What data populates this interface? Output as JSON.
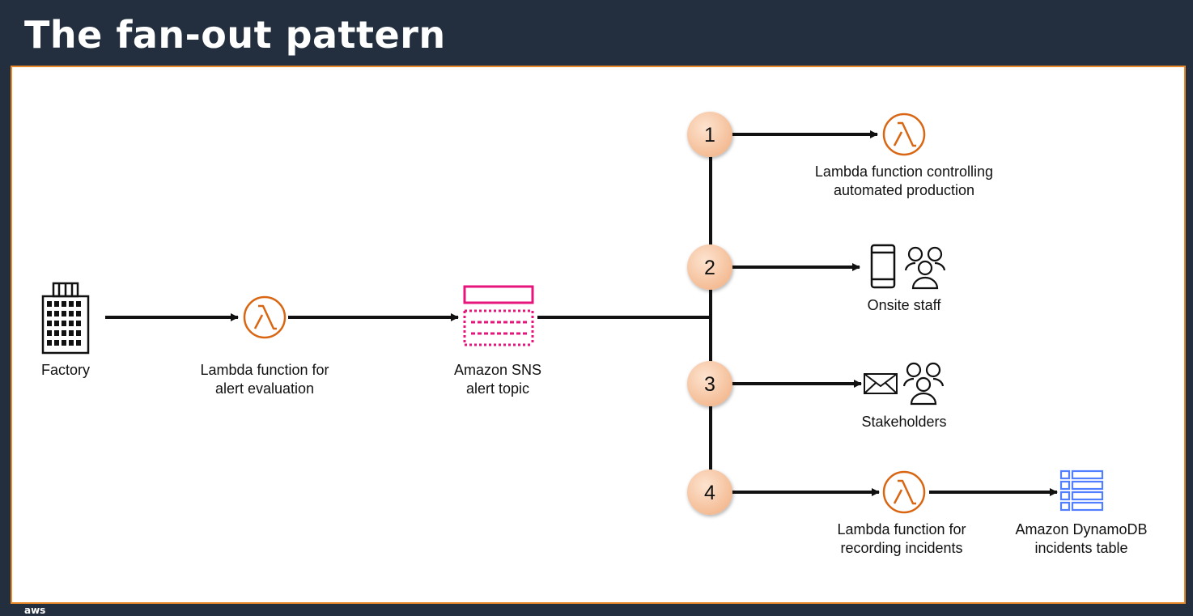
{
  "slide": {
    "title": "The fan-out pattern",
    "footer_logo": "aws"
  },
  "colors": {
    "background": "#232f3e",
    "panel_border": "#e8892a",
    "lambda": "#d86613",
    "sns": "#e7157b",
    "dynamodb": "#527fff",
    "step_circle": "#f8cfae"
  },
  "nodes": {
    "factory": {
      "icon": "building-icon",
      "label": "Factory"
    },
    "lambda_alert": {
      "icon": "lambda-icon",
      "line1": "Lambda function for",
      "line2": "alert evaluation"
    },
    "sns_topic": {
      "icon": "sns-topic-icon",
      "line1": "Amazon SNS",
      "line2": "alert topic"
    },
    "lambda_production": {
      "icon": "lambda-icon",
      "line1": "Lambda function controlling",
      "line2": "automated production"
    },
    "onsite_staff": {
      "icons": [
        "mobile-phone-icon",
        "users-icon"
      ],
      "label": "Onsite staff"
    },
    "stakeholders": {
      "icons": [
        "email-icon",
        "users-icon"
      ],
      "label": "Stakeholders"
    },
    "lambda_incidents": {
      "icon": "lambda-icon",
      "line1": "Lambda function for",
      "line2": "recording incidents"
    },
    "dynamodb_table": {
      "icon": "dynamodb-table-icon",
      "line1": "Amazon DynamoDB",
      "line2": "incidents table"
    }
  },
  "steps": [
    "1",
    "2",
    "3",
    "4"
  ]
}
